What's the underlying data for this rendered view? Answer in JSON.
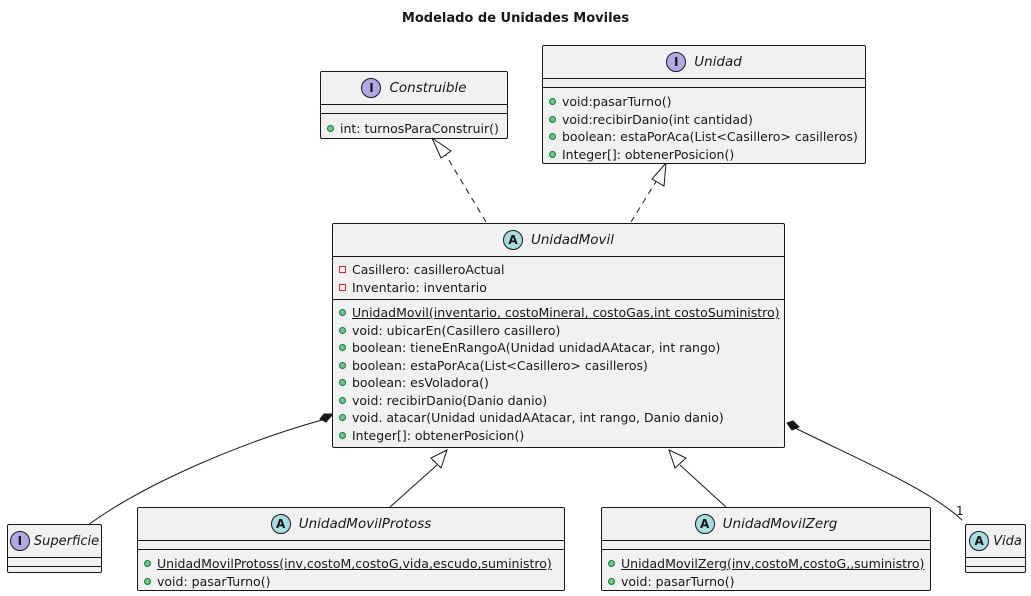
{
  "title": "Modelado de Unidades Moviles",
  "classes": {
    "construible": {
      "kind": "I",
      "name": "Construible",
      "methods": [
        "int: turnosParaConstruir()"
      ]
    },
    "unidad": {
      "kind": "I",
      "name": "Unidad",
      "methods": [
        "void:pasarTurno()",
        "void:recibirDanio(int cantidad)",
        "boolean: estaPorAca(List<Casillero> casilleros)",
        "Integer[]: obtenerPosicion()"
      ]
    },
    "unidadmovil": {
      "kind": "A",
      "name": "UnidadMovil",
      "fields": [
        "Casillero: casilleroActual",
        "Inventario: inventario"
      ],
      "methods": [
        "UnidadMovil(inventario, costoMineral, costoGas,int costoSuministro)",
        "void: ubicarEn(Casillero casillero)",
        "boolean: tieneEnRangoA(Unidad unidadAAtacar, int rango)",
        "boolean: estaPorAca(List<Casillero> casilleros)",
        "boolean: esVoladora()",
        "void: recibirDanio(Danio danio)",
        "void. atacar(Unidad unidadAAtacar, int rango, Danio danio)",
        "Integer[]: obtenerPosicion()"
      ]
    },
    "superficie": {
      "kind": "I",
      "name": "Superficie"
    },
    "protoss": {
      "kind": "A",
      "name": "UnidadMovilProtoss",
      "methods": [
        " UnidadMovilProtoss(inv,costoM,costoG,vida,escudo,suministro)",
        "void: pasarTurno()"
      ]
    },
    "zerg": {
      "kind": "A",
      "name": "UnidadMovilZerg",
      "methods": [
        "UnidadMovilZerg(inv,costoM,costoG,,suministro)",
        "void: pasarTurno()"
      ]
    },
    "vida": {
      "kind": "A",
      "name": "Vida"
    }
  },
  "multiplicity_vida": "1"
}
